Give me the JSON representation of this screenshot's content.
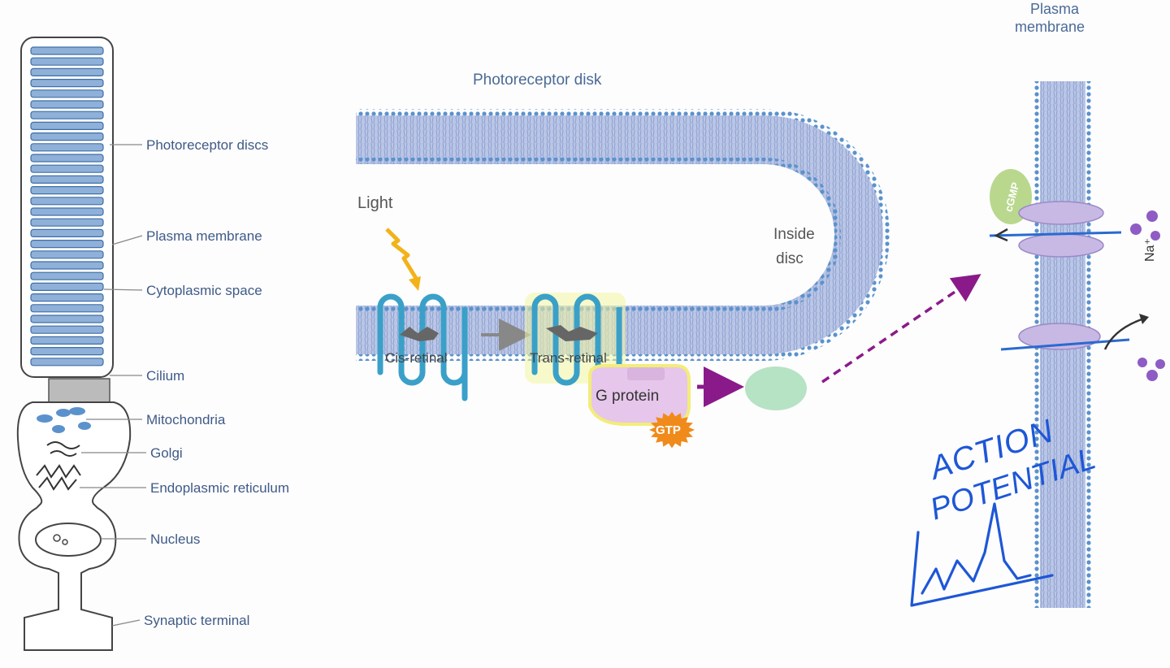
{
  "rod_cell": {
    "labels": {
      "photoreceptor_discs": "Photoreceptor discs",
      "plasma_membrane": "Plasma membrane",
      "cytoplasmic_space": "Cytoplasmic space",
      "cilium": "Cilium",
      "mitochondria": "Mitochondria",
      "golgi": "Golgi",
      "endoplasmic_reticulum": "Endoplasmic reticulum",
      "nucleus": "Nucleus",
      "synaptic_terminal": "Synaptic terminal"
    }
  },
  "disk": {
    "title": "Photoreceptor disk",
    "light": "Light",
    "inside_line1": "Inside",
    "inside_line2": "disc",
    "retinal_cis": "Cis-retinal",
    "retinal_trans": "Trans-retinal",
    "g_protein": "G protein",
    "gtp": "GTP"
  },
  "membrane": {
    "title_line1": "Plasma",
    "title_line2": "membrane",
    "cgmp": "cGMP",
    "ion": "Na⁺"
  },
  "annotation": {
    "line1": "ACTION",
    "line2": "POTENTIAL"
  },
  "colors": {
    "membrane_blue": "#4f86c6",
    "accent_purple": "#8a1a8a",
    "gtp_orange": "#f08a1a",
    "handwriting_blue": "#1e57d6"
  }
}
